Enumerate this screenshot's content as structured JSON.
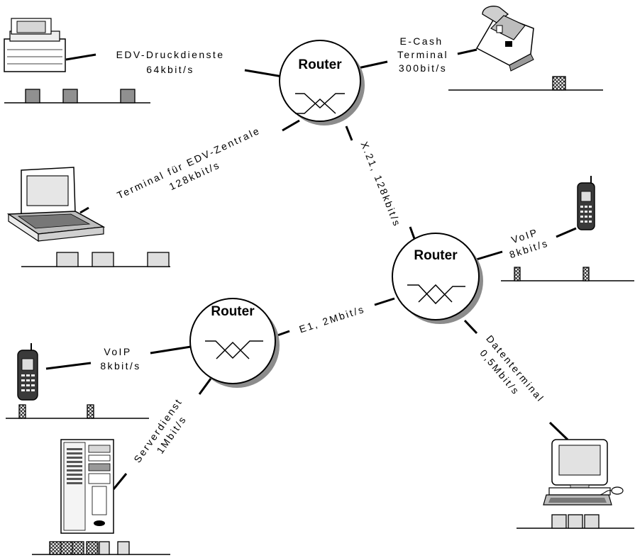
{
  "routers": {
    "top": {
      "label": "Router"
    },
    "right": {
      "label": "Router"
    },
    "left": {
      "label": "Router"
    }
  },
  "links": {
    "edv_druck": {
      "line1": "EDV-Druckdienste",
      "line2": "64kbit/s"
    },
    "ecash": {
      "line1": "E-Cash",
      "line2": "Terminal",
      "line3": "300bit/s"
    },
    "terminal_edv": {
      "line1": "Terminal für EDV-Zentrale",
      "line2": "128kbit/s"
    },
    "x21": {
      "line1": "X.21, 128kbit/s"
    },
    "voip_right": {
      "line1": "VoIP",
      "line2": "8kbit/s"
    },
    "e1": {
      "line1": "E1, 2Mbit/s"
    },
    "voip_left": {
      "line1": "VoIP",
      "line2": "8kbit/s"
    },
    "datenterminal": {
      "line1": "Datenterminal",
      "line2": "0,5Mbit/s"
    },
    "serverdienst": {
      "line1": "Serverdienst",
      "line2": "1Mbit/s"
    }
  },
  "devices": [
    "printer-icon",
    "cash-terminal-icon",
    "laptop-icon",
    "mobile-phone-icon",
    "mobile-phone-icon",
    "server-tower-icon",
    "desktop-computer-icon"
  ],
  "colors": {
    "stroke": "#000000",
    "packet_dark": "#909090",
    "packet_light": "#dedede",
    "shadow": "#8c8c8c"
  }
}
